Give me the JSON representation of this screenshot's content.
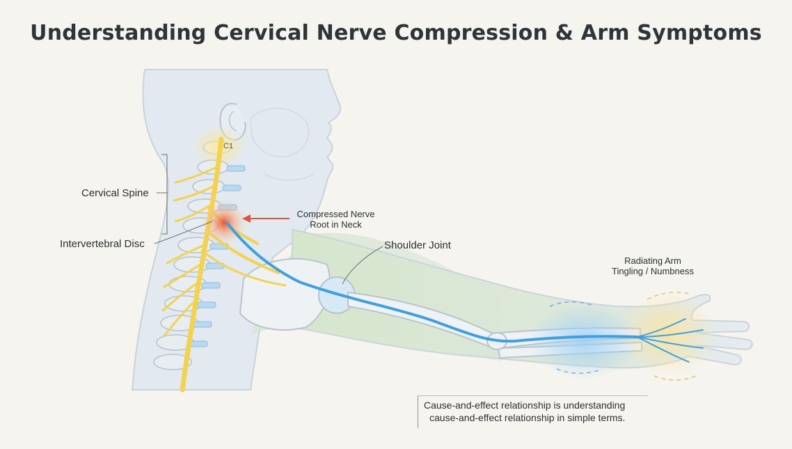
{
  "title": "Understanding Cervical Nerve Compression & Arm Symptoms",
  "labels": {
    "vertebra_c1": "C1",
    "cervical_spine": "Cervical Spine",
    "intervertebral_disc": "Intervertebral Disc",
    "compressed_nerve_line1": "Compressed Nerve",
    "compressed_nerve_line2": "Root in Neck",
    "shoulder_joint": "Shoulder Joint",
    "radiating_line1": "Radiating Arm",
    "radiating_line2": "Tingling / Numbness"
  },
  "note": {
    "line1": "Cause-and-effect relationship is understanding",
    "line2": "cause-and-effect relationship in simple terms."
  },
  "colors": {
    "nerve_spinal": "#f3d24e",
    "nerve_arm": "#3f9fe0",
    "compression_highlight": "#f06a45",
    "pointer_arrow": "#d9553a",
    "skin": "#dfe7ee",
    "arm_tint": "#d9e8d0"
  }
}
